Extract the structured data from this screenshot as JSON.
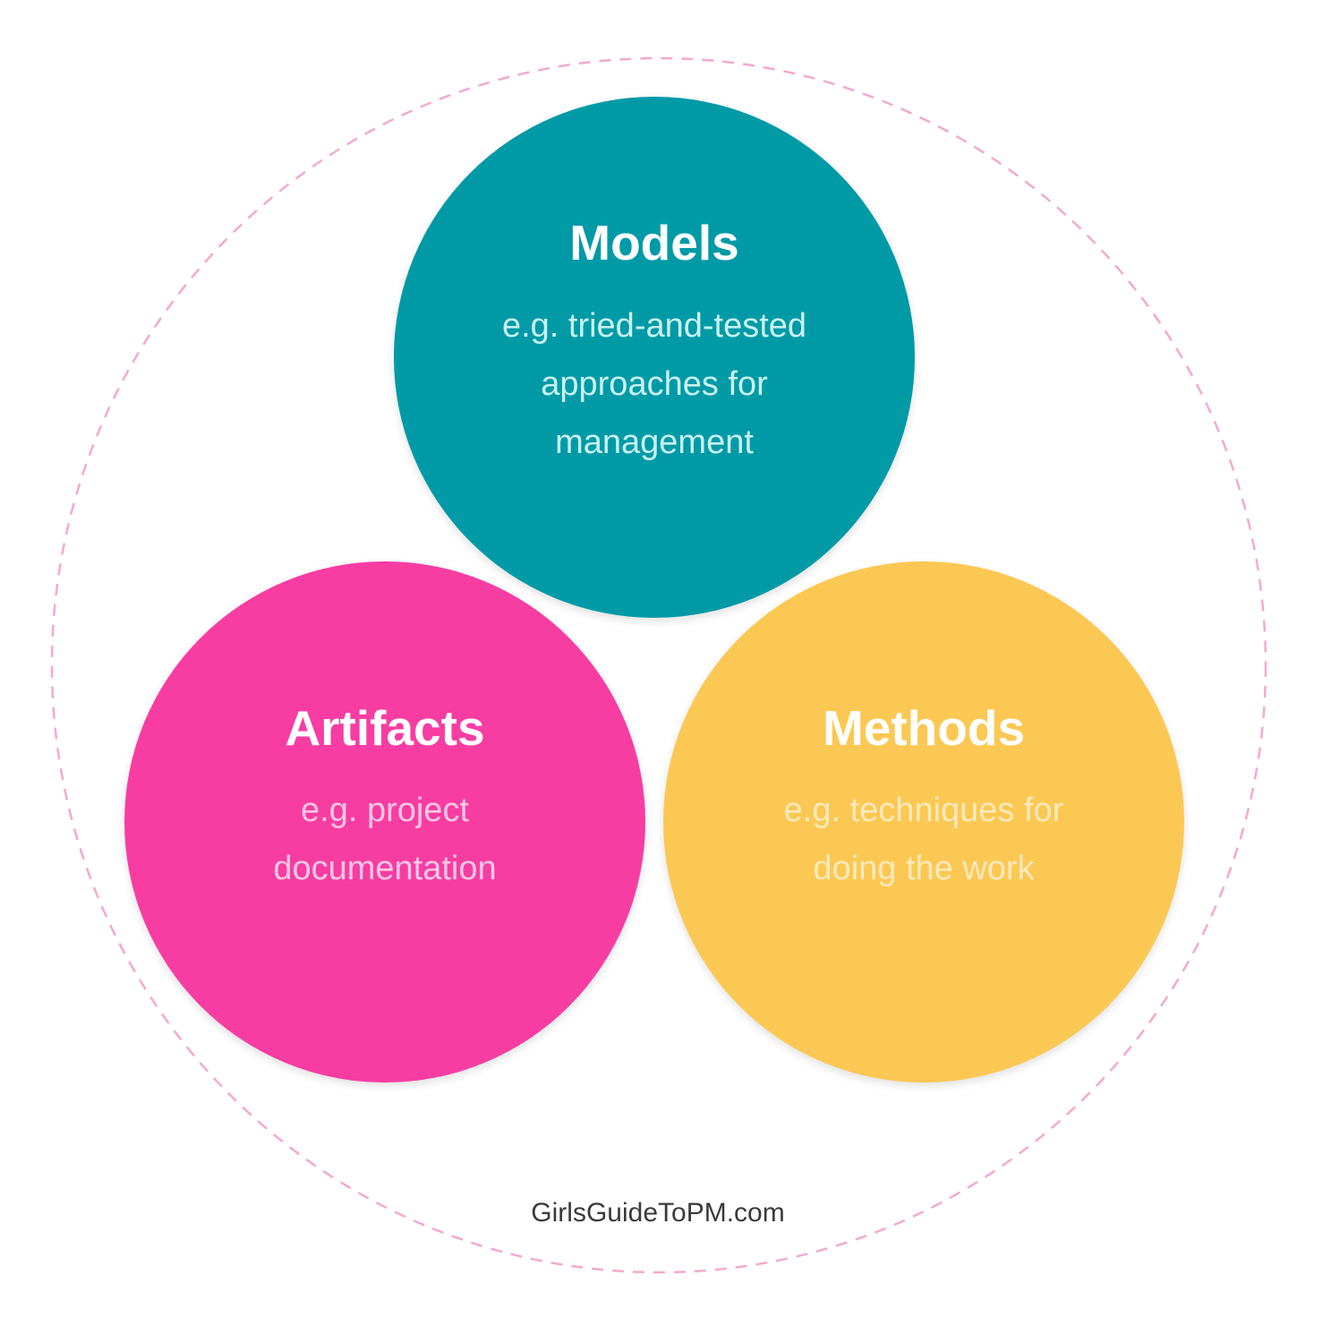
{
  "colors": {
    "ring": "#f3a9cd",
    "models": "#009aa7",
    "artifacts": "#f73da2",
    "methods": "#fbc853",
    "models_desc": "#c8f1f0",
    "artifacts_desc": "#fbc6e4",
    "methods_desc": "#fde9bb"
  },
  "circles": [
    {
      "title": "Models",
      "desc_lines": [
        "e.g. tried-and-tested",
        "approaches for",
        "management"
      ]
    },
    {
      "title": "Artifacts",
      "desc_lines": [
        "e.g. project",
        "documentation"
      ]
    },
    {
      "title": "Methods",
      "desc_lines": [
        "e.g. techniques for",
        "doing the work"
      ]
    }
  ],
  "footer": {
    "text": "GirlsGuideToPM.com"
  }
}
